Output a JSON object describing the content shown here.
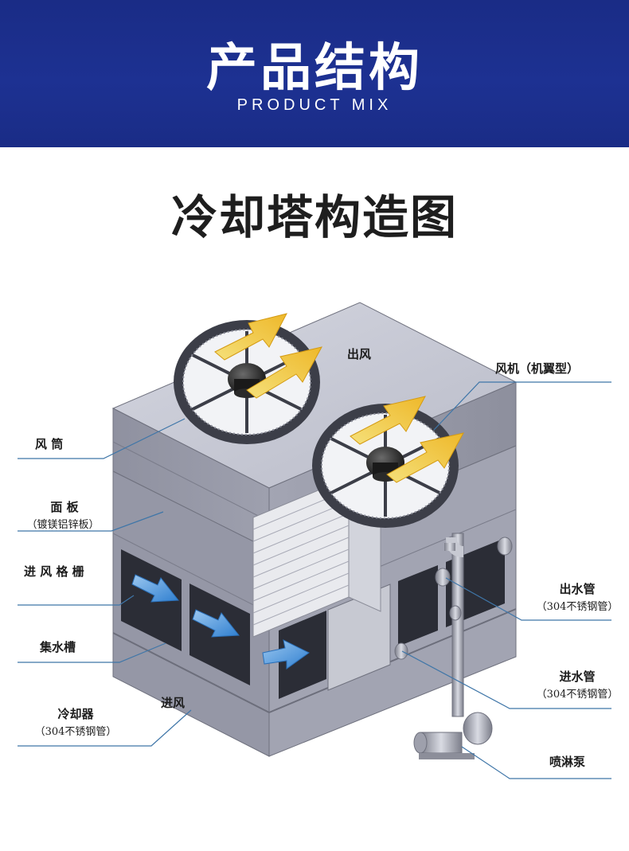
{
  "banner": {
    "title": "产品结构",
    "subtitle": "PRODUCT MIX"
  },
  "heading": "冷却塔构造图",
  "labels": {
    "air_out": "出风",
    "fan": "风机（机翼型）",
    "fan_duct": "风 筒",
    "panel": "面 板",
    "panel_material": "（镀镁铝锌板）",
    "air_inlet_grille": "进 风 格 栅",
    "water_basin": "集水槽",
    "air_in": "进风",
    "cooler": "冷却器",
    "cooler_material": "（304不锈钢管）",
    "water_outlet": "出水管",
    "water_outlet_material": "（304不锈钢管）",
    "water_inlet": "进水管",
    "water_inlet_material": "（304不锈钢管）",
    "spray_pump": "喷淋泵"
  },
  "colors": {
    "banner": "#1d3192",
    "leader_line": "#3f76a8",
    "arrow_yellow": "#f1c232",
    "arrow_blue": "#4a90d9",
    "casing": "#8c8e9c"
  }
}
